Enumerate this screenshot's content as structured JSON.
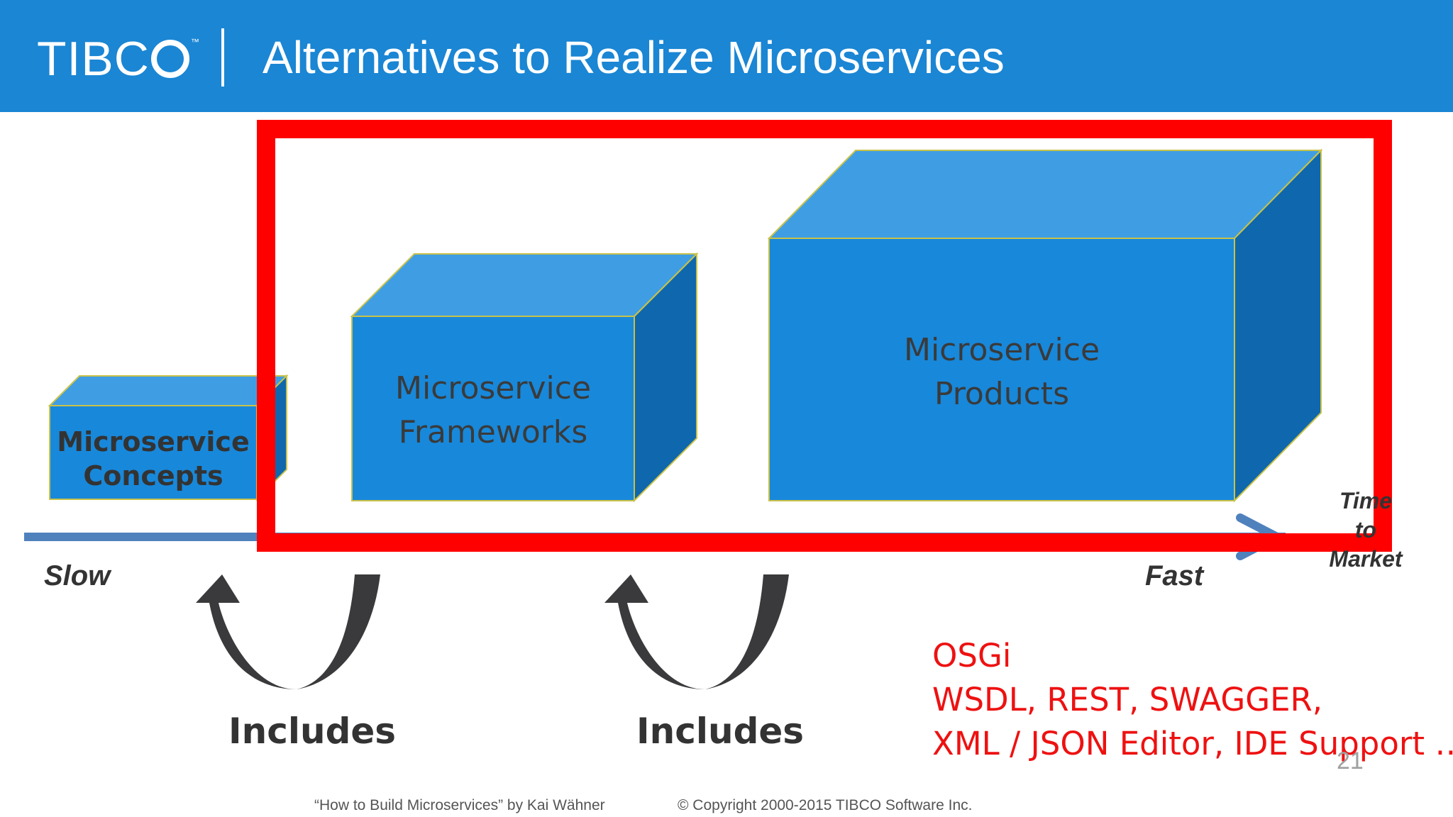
{
  "header": {
    "logo_text": "TIBC",
    "logo_tm": "™",
    "title": "Alternatives to Realize Microservices"
  },
  "boxes": {
    "concepts": [
      "Microservice",
      "Concepts"
    ],
    "frameworks": [
      "Microservice",
      "Frameworks"
    ],
    "products": [
      "Microservice",
      "Products"
    ]
  },
  "axis": {
    "slow": "Slow",
    "fast": "Fast",
    "time_to_market": [
      "Time",
      "to",
      "Market"
    ]
  },
  "includes": [
    "Includes",
    "Includes"
  ],
  "technologies": [
    "OSGi",
    "WSDL, REST, SWAGGER,",
    "XML / JSON Editor, IDE Support …"
  ],
  "footer": {
    "left": "“How to Build Microservices” by Kai Wähner",
    "right": "© Copyright 2000-2015 TIBCO Software Inc."
  },
  "page_number": "21",
  "colors": {
    "header_blue": "#1a86d4",
    "box_front": "#1888da",
    "box_top": "#3f9ee3",
    "box_side": "#0f67ad",
    "highlight_red": "#ff0000",
    "axis_blue": "#4f81bd",
    "tech_red": "#ee1111"
  }
}
